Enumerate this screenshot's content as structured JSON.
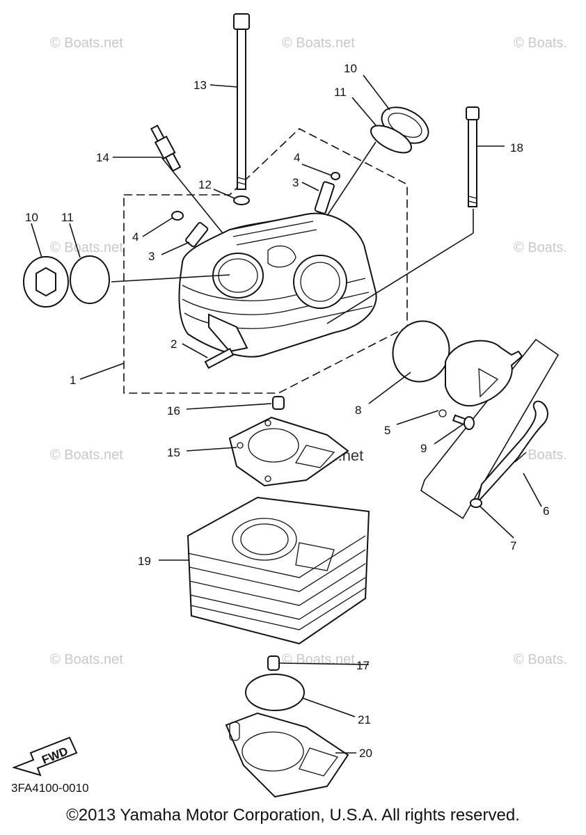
{
  "diagram": {
    "ref_code": "3FA4100-0010",
    "fwd_label": "FWD",
    "copyright": "©2013 Yamaha Motor Corporation, U.S.A. All rights reserved.",
    "watermark": "© Boats.net",
    "watermark_cut": "© Boats.",
    "callouts": {
      "c1": "1",
      "c2": "2",
      "c3a": "3",
      "c3b": "3",
      "c4a": "4",
      "c4b": "4",
      "c5": "5",
      "c6": "6",
      "c7": "7",
      "c8": "8",
      "c9": "9",
      "c10a": "10",
      "c10b": "10",
      "c11a": "11",
      "c11b": "11",
      "c12": "12",
      "c13": "13",
      "c14": "14",
      "c15": "15",
      "c16": "16",
      "c17": "17",
      "c18": "18",
      "c19": "19",
      "c20": "20",
      "c21": "21"
    }
  }
}
